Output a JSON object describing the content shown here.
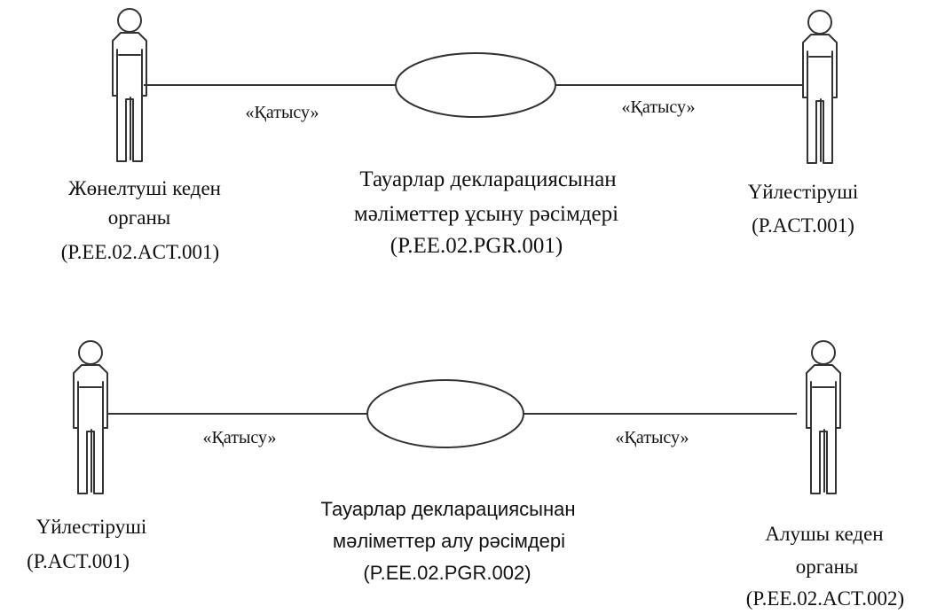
{
  "diagram_1": {
    "left_actor": {
      "line1": "Жөнелтуші кеден",
      "line2": "органы",
      "line3": "(P.EE.02.ACT.001)"
    },
    "left_stereotype": "«Қатысу»",
    "use_case": {
      "line1": "Тауарлар декларациясынан",
      "line2": "мәліметтер ұсыну рәсімдері",
      "line3": "(P.EE.02.PGR.001)"
    },
    "right_stereotype": "«Қатысу»",
    "right_actor": {
      "line1": "Үйлестіруші",
      "line2": "(P.ACT.001)"
    }
  },
  "diagram_2": {
    "left_actor": {
      "line1": "Үйлестіруші",
      "line2": "(P.ACT.001)"
    },
    "left_stereotype": "«Қатысу»",
    "use_case": {
      "line1": "Тауарлар декларациясынан",
      "line2": "мәліметтер алу рәсімдері",
      "line3": "(P.EE.02.PGR.002)"
    },
    "right_stereotype": "«Қатысу»",
    "right_actor": {
      "line1": "Алушы кеден",
      "line2": "органы",
      "line3": "(P.EE.02.ACT.002)"
    }
  }
}
